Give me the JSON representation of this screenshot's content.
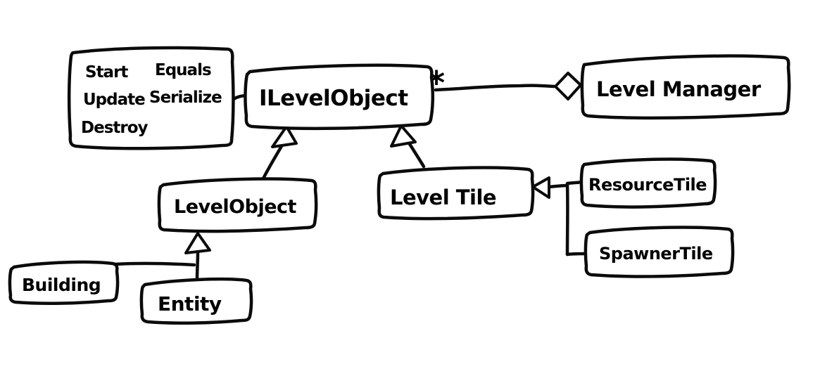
{
  "diagram": {
    "background": "#ffffff",
    "ink_color": "#0b0b0b",
    "interface_note": {
      "column1": [
        "Start",
        "Update",
        "Destroy"
      ],
      "column2": [
        "Equals",
        "Serialize"
      ]
    },
    "nodes": {
      "ilevelobject": "ILevelObject",
      "levelmanager": "Level Manager",
      "levelobject": "LevelObject",
      "leveltile": "Level Tile",
      "resourcetile": "ResourceTile",
      "spawnertile": "SpawnerTile",
      "building": "Building",
      "entity": "Entity"
    },
    "edges": {
      "aggregation_multiplicity": "*"
    }
  }
}
